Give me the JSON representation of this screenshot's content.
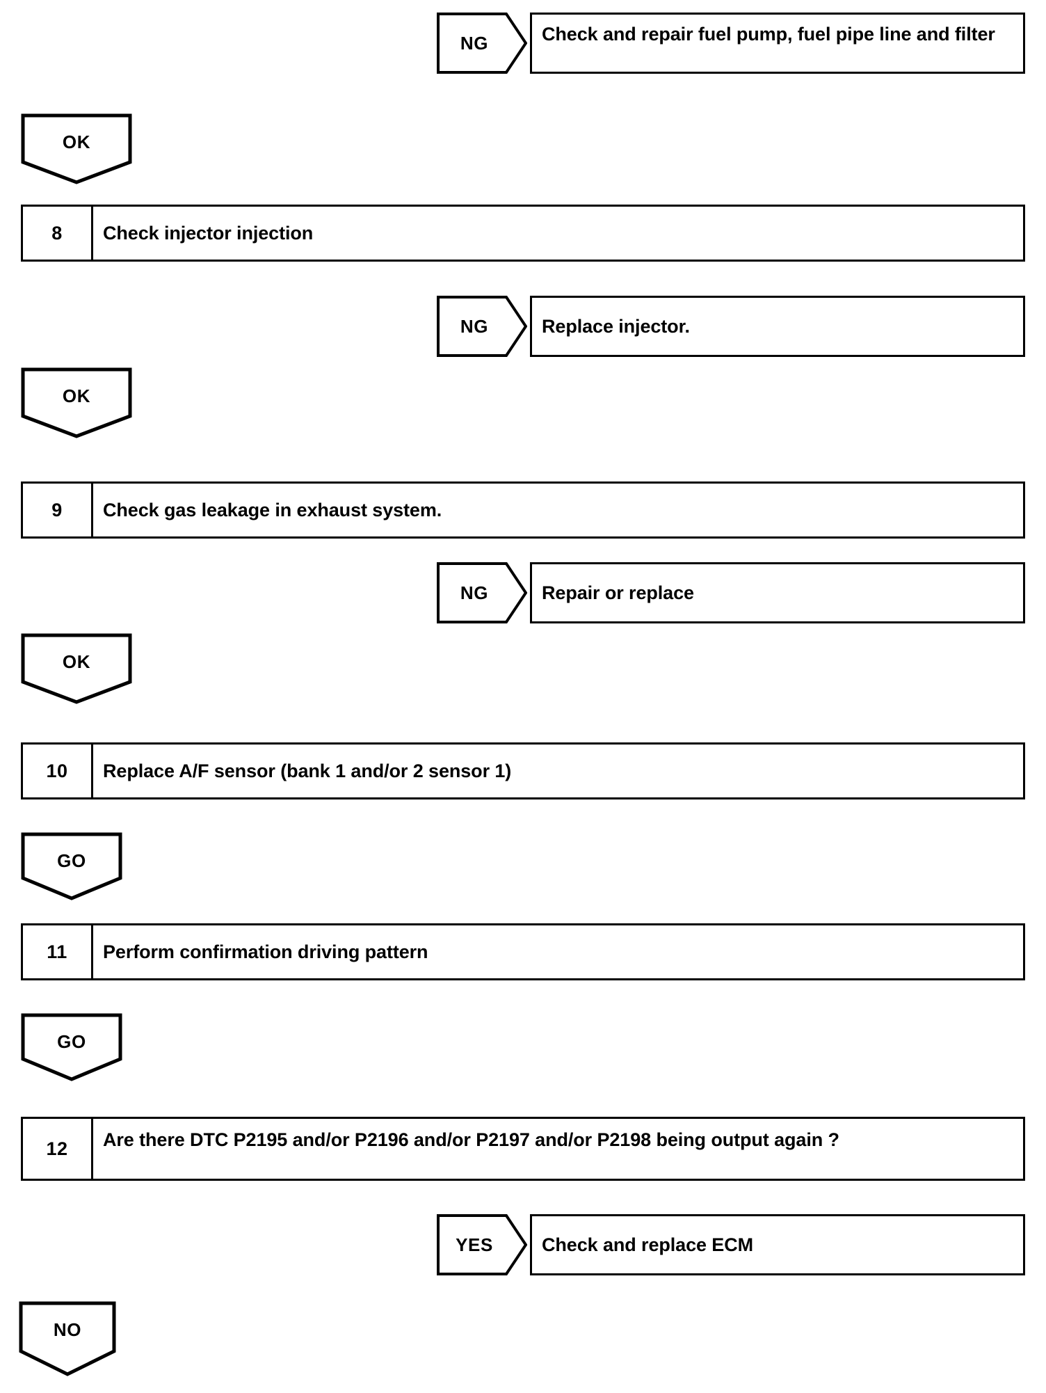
{
  "document": {
    "type": "diagnostic-flowchart",
    "title": "A/F sensor diagnostic procedure (steps 8-12)"
  },
  "nodes": [
    {
      "kind": "callout",
      "tag": "NG",
      "text": "Check and repair fuel pump, fuel pipe line and filter"
    },
    {
      "kind": "pentagon",
      "label": "OK"
    },
    {
      "kind": "step",
      "number": "8",
      "text": "Check injector injection"
    },
    {
      "kind": "callout",
      "tag": "NG",
      "text": "Replace injector."
    },
    {
      "kind": "pentagon",
      "label": "OK"
    },
    {
      "kind": "step",
      "number": "9",
      "text": "Check gas leakage in exhaust system."
    },
    {
      "kind": "callout",
      "tag": "NG",
      "text": "Repair or replace"
    },
    {
      "kind": "pentagon",
      "label": "OK"
    },
    {
      "kind": "step",
      "number": "10",
      "text": "Replace A/F sensor (bank 1 and/or 2 sensor 1)"
    },
    {
      "kind": "pentagon",
      "label": "GO"
    },
    {
      "kind": "step",
      "number": "11",
      "text": "Perform confirmation driving pattern"
    },
    {
      "kind": "pentagon",
      "label": "GO"
    },
    {
      "kind": "step",
      "number": "12",
      "text": "Are there DTC P2195 and/or P2196 and/or P2197 and/or P2198 being output again ?"
    },
    {
      "kind": "callout",
      "tag": "YES",
      "text": "Check and replace ECM"
    },
    {
      "kind": "pentagon",
      "label": "NO"
    }
  ],
  "colors": {
    "ink": "#000000",
    "paper": "#ffffff"
  }
}
